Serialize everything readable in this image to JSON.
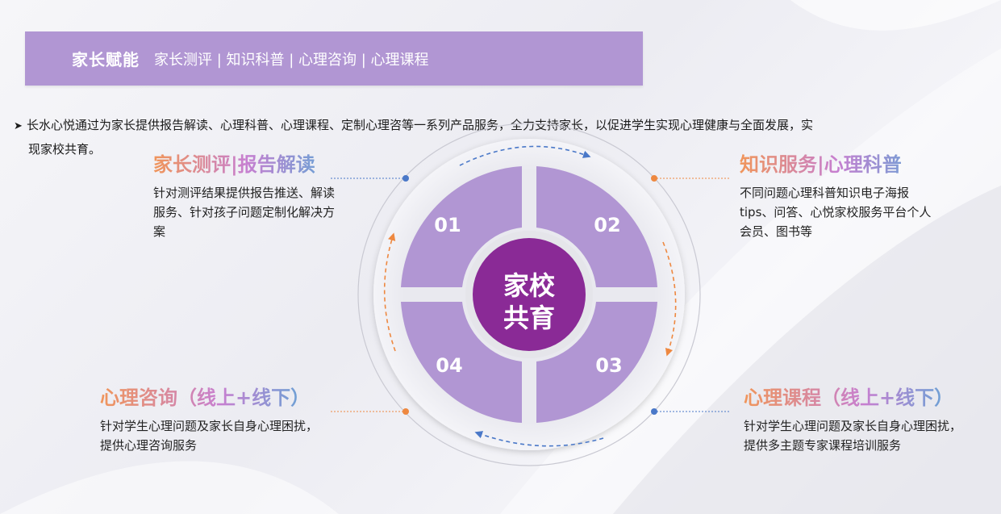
{
  "banner": {
    "title": "家长赋能",
    "subtitle": "家长测评 | 知识科普 | 心理咨询 | 心理课程"
  },
  "intro": {
    "bullet_icon": "arrow-bullet-icon",
    "line1": "长水心悦通过为家长提供报告解读、心理科普、心理课程、定制心理咨等一系列产品服务，全力支持家长，以促进学生实现心理健康与全面发展，实",
    "line2": "现家校共育。"
  },
  "center": {
    "line1": "家校",
    "line2": "共育"
  },
  "segments": [
    "01",
    "02",
    "03",
    "04"
  ],
  "features": [
    {
      "title": "家长测评|报告解读",
      "desc": "针对测评结果提供报告推送、解读服务、针对孩子问题定制化解决方案"
    },
    {
      "title": "知识服务|心理科普",
      "desc": "不同问题心理科普知识电子海报tips、问答、心悦家校服务平台个人会员、图书等"
    },
    {
      "title": "心理咨询（线上+线下）",
      "desc": "针对学生心理问题及家长自身心理困扰，提供心理咨询服务"
    },
    {
      "title": "心理课程（线上+线下）",
      "desc": "针对学生心理问题及家长自身心理困扰，提供多主题专家课程培训服务"
    }
  ],
  "colors": {
    "banner": "#b196d3",
    "segment": "#b196d3",
    "center": "#8a2a96",
    "dot_blue": "#4a78c8",
    "dot_orange": "#ee8840"
  }
}
